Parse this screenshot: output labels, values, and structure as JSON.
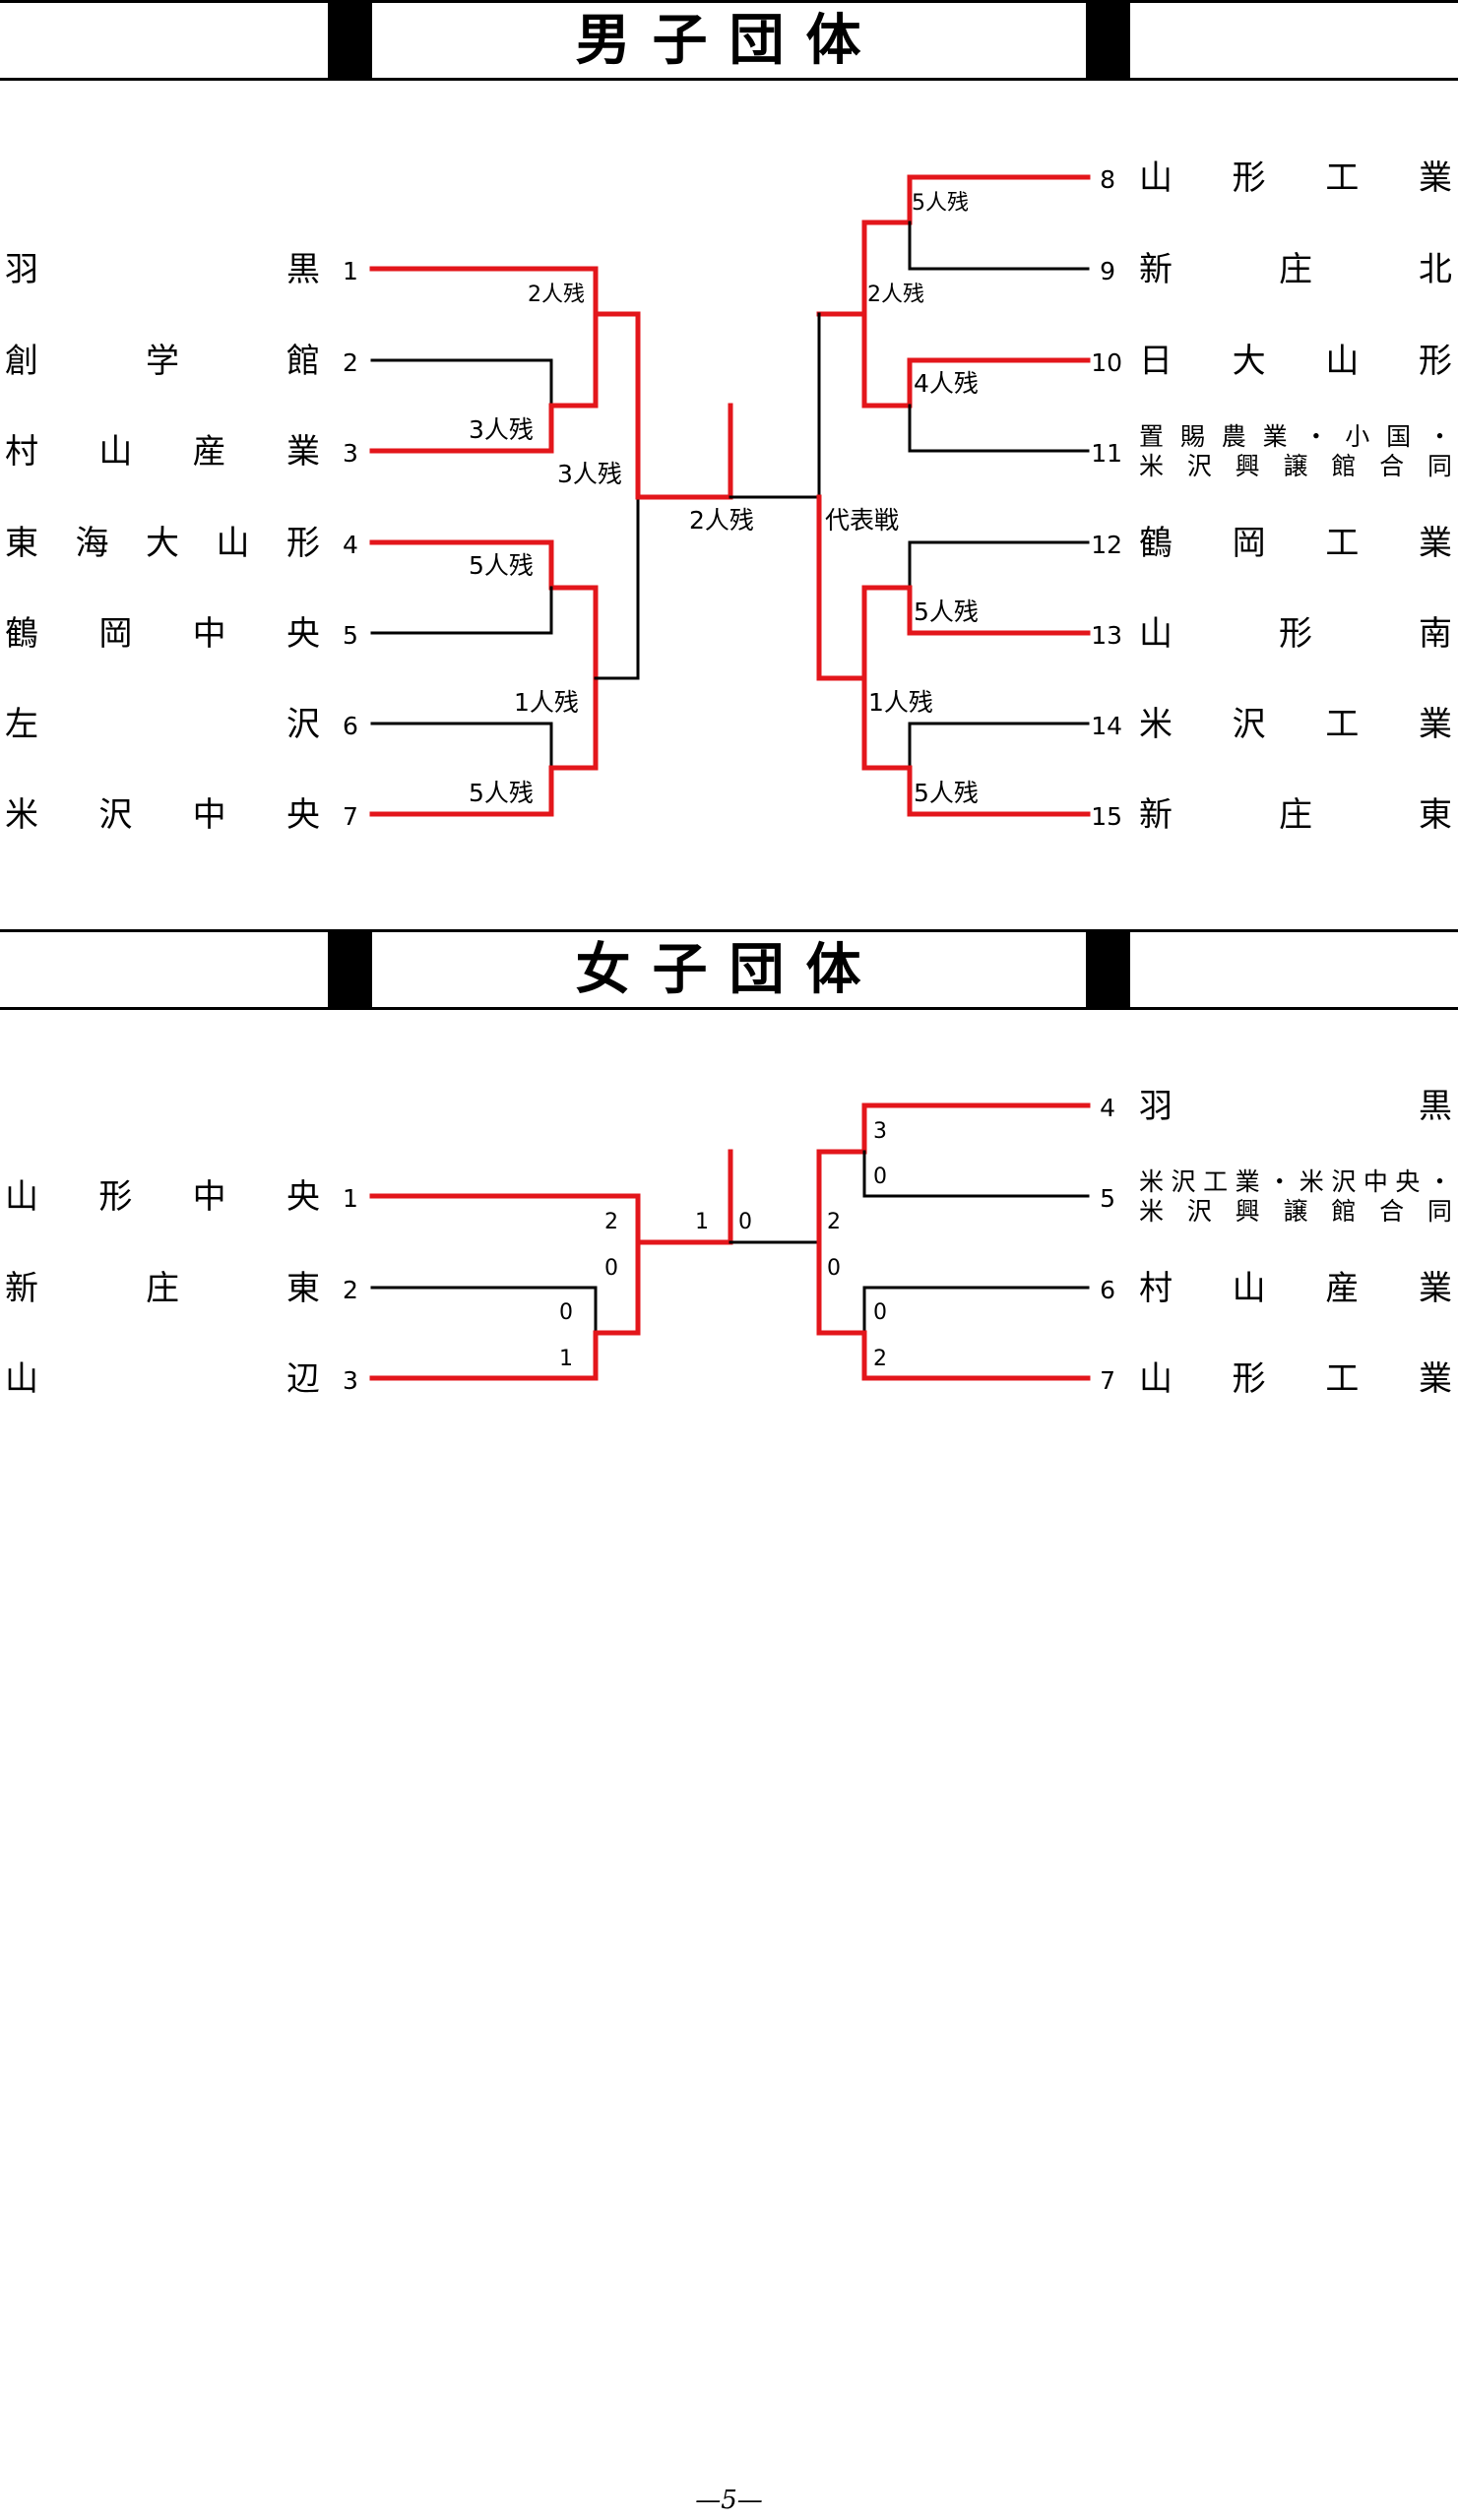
{
  "boys": {
    "title": "男子団体",
    "left": [
      {
        "seed": "1",
        "name": "羽黒"
      },
      {
        "seed": "2",
        "name": "創学館"
      },
      {
        "seed": "3",
        "name": "村山産業"
      },
      {
        "seed": "4",
        "name": "東海大山形"
      },
      {
        "seed": "5",
        "name": "鶴岡中央"
      },
      {
        "seed": "6",
        "name": "左沢"
      },
      {
        "seed": "7",
        "name": "米沢中央"
      }
    ],
    "right": [
      {
        "seed": "8",
        "name": "山形工業"
      },
      {
        "seed": "9",
        "name": "新庄北"
      },
      {
        "seed": "10",
        "name": "日大山形"
      },
      {
        "seed": "11",
        "name": "置賜農業・小国・米沢興譲館合同",
        "line1": "置賜農業・小国・",
        "line2": "米沢興譲館合同"
      },
      {
        "seed": "12",
        "name": "鶴岡工業"
      },
      {
        "seed": "13",
        "name": "山形南"
      },
      {
        "seed": "14",
        "name": "米沢工業"
      },
      {
        "seed": "15",
        "name": "新庄東"
      }
    ],
    "results": {
      "r1_1v2": "2人残",
      "r1_3": "3人残",
      "r1_4v5": "5人残",
      "r1_6": "1人残",
      "r1_7": "5人残",
      "sf_left_top": "3人残",
      "final_left": "2人残",
      "final_right": "代表戦",
      "r1_8v9": "5人残",
      "r2_top": "2人残",
      "r1_10v11": "4人残",
      "r1_12v13": "5人残",
      "r2_bottom": "1人残",
      "r1_14v15": "5人残"
    }
  },
  "girls": {
    "title": "女子団体",
    "left": [
      {
        "seed": "1",
        "name": "山形中央"
      },
      {
        "seed": "2",
        "name": "新庄東"
      },
      {
        "seed": "3",
        "name": "山辺"
      }
    ],
    "right": [
      {
        "seed": "4",
        "name": "羽黒"
      },
      {
        "seed": "5",
        "name": "米沢工業・米沢中央・米沢興譲館合同",
        "line1": "米沢工業・米沢中央・",
        "line2": "米沢興譲館合同"
      },
      {
        "seed": "6",
        "name": "村山産業"
      },
      {
        "seed": "7",
        "name": "山形工業"
      }
    ],
    "scores": {
      "l_1": "2",
      "l_2": "0",
      "l_2b": "0",
      "l_3": "1",
      "final_l": "1",
      "final_r": "0",
      "r_top_a": "3",
      "r_top_b": "0",
      "r_sf_a": "2",
      "r_sf_b": "0",
      "r_bot_a": "0",
      "r_bot_b": "2"
    }
  },
  "page_number": "—5—",
  "colors": {
    "winner": "#e3161b",
    "loser": "#000000"
  }
}
